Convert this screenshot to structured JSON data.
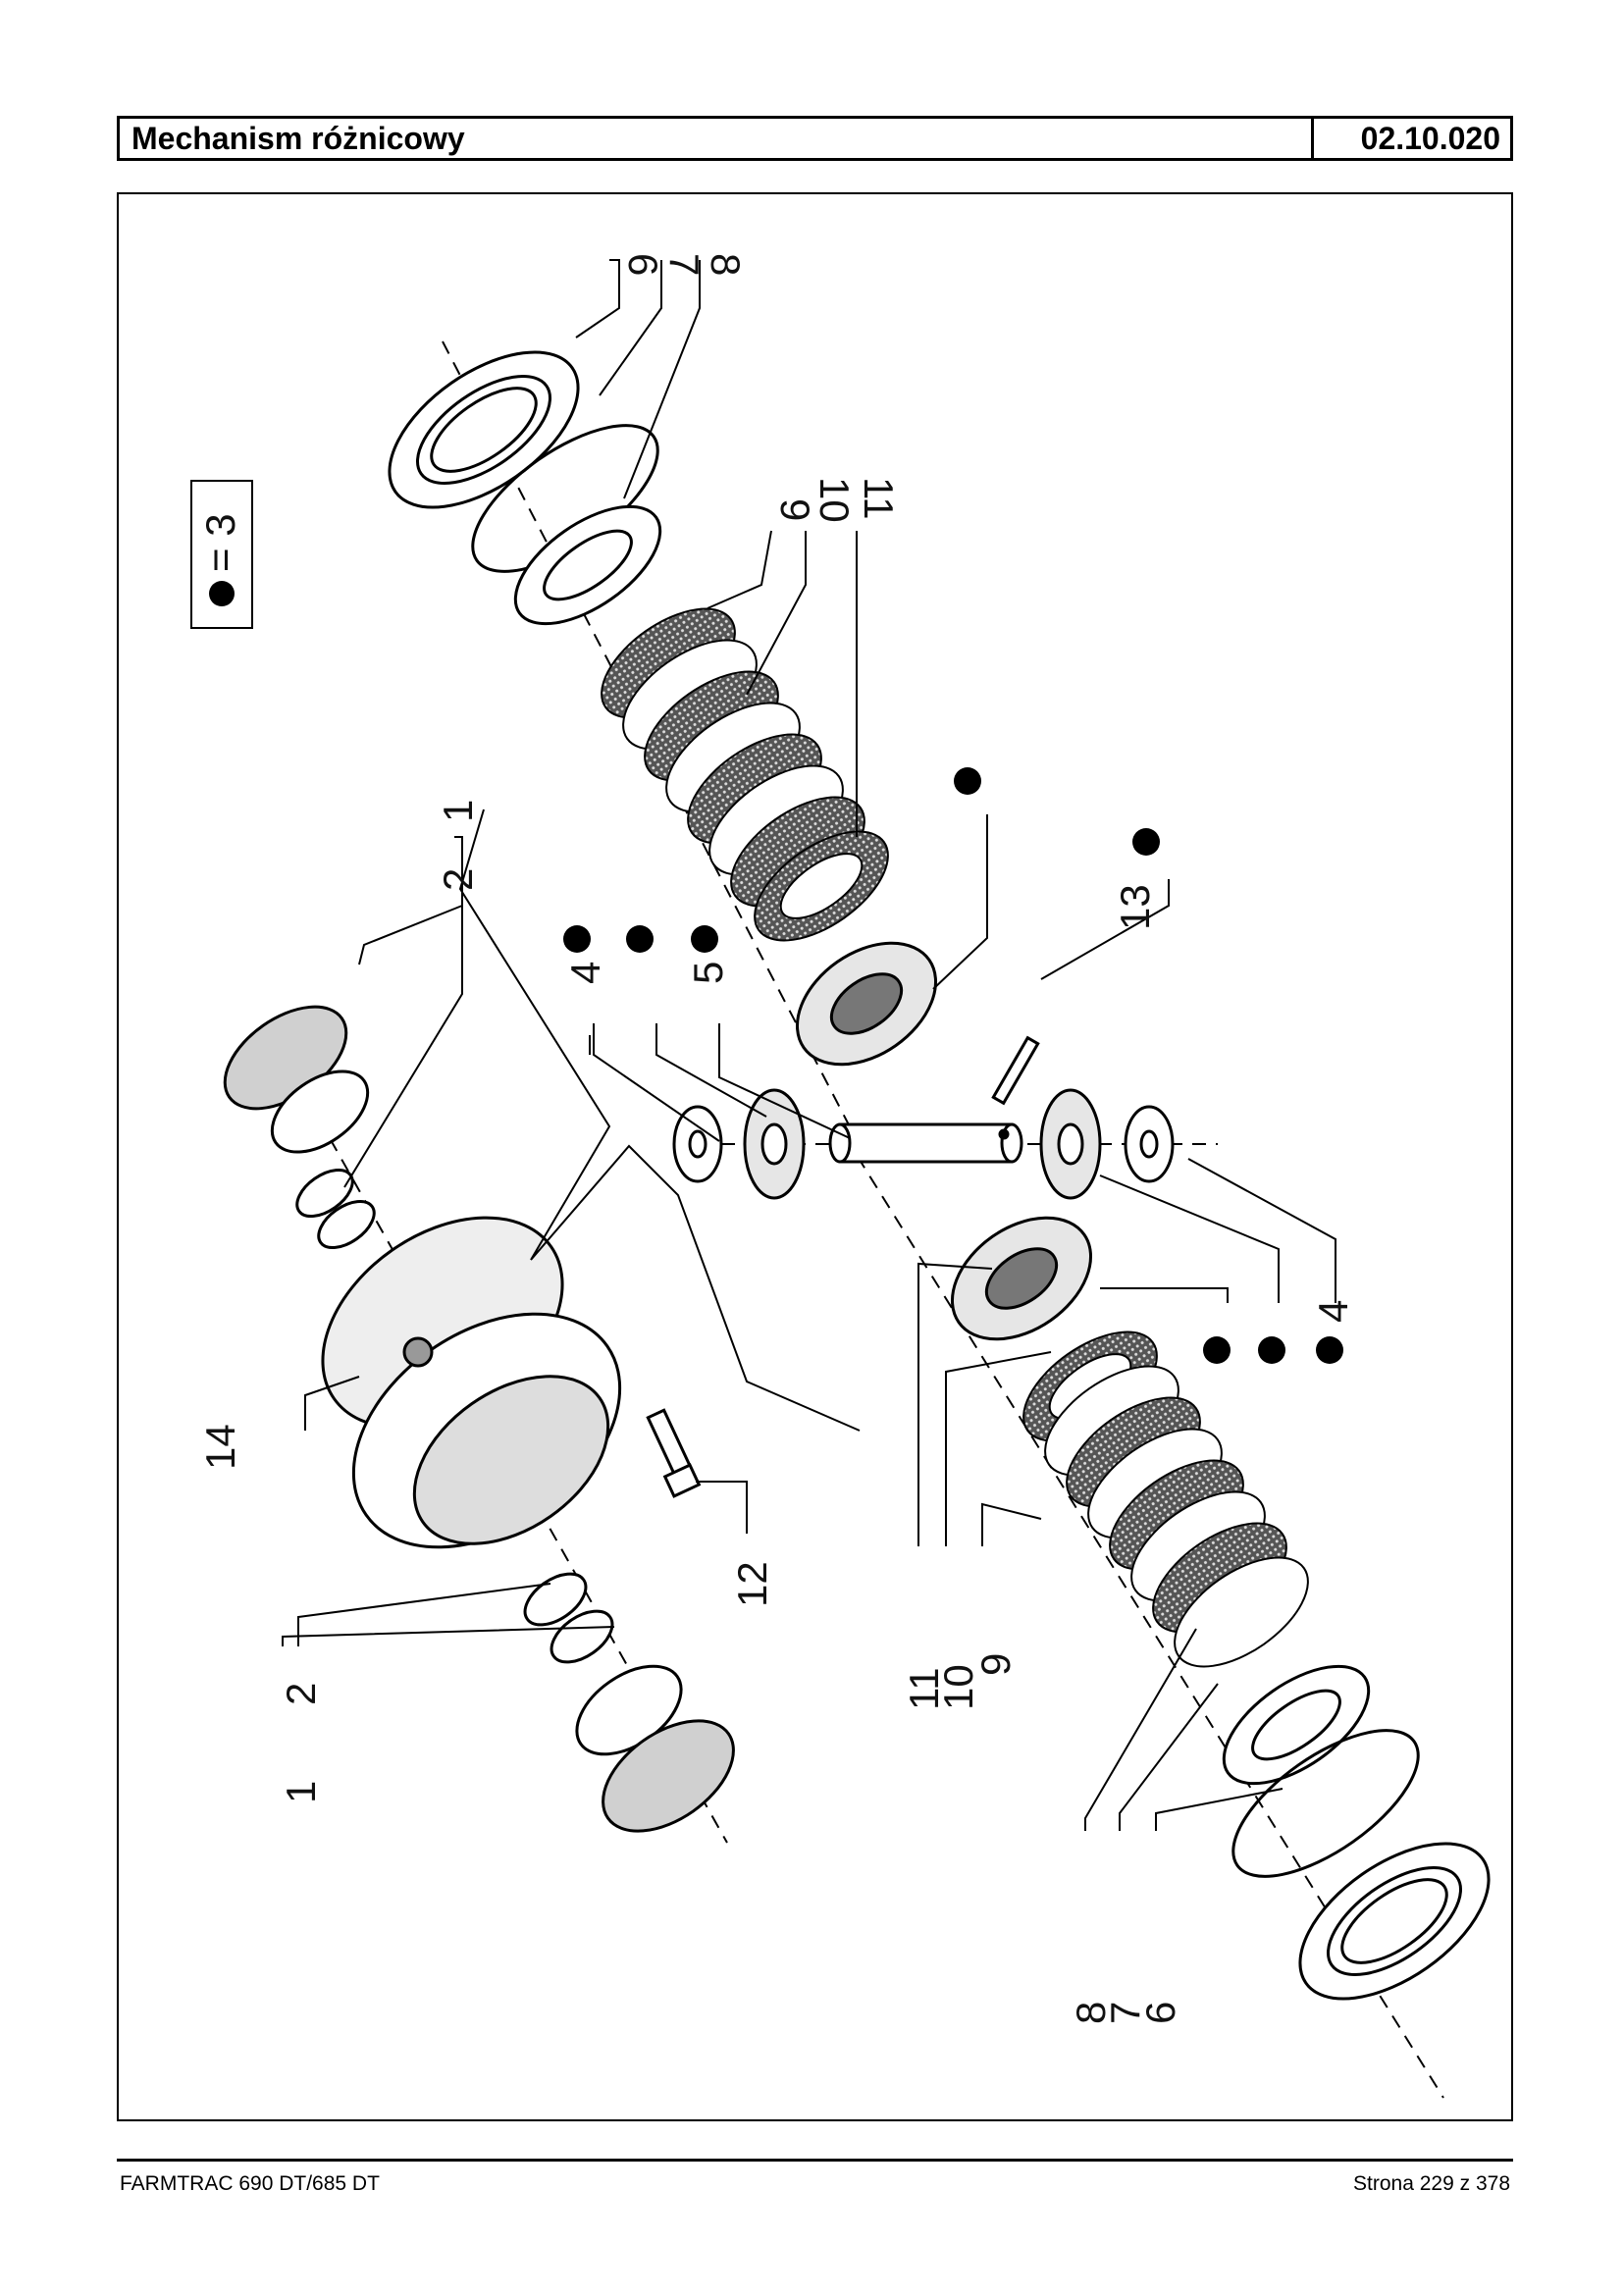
{
  "header": {
    "title": "Mechanism różnicowy",
    "code": "02.10.020"
  },
  "legend": {
    "text": "= 3"
  },
  "labels": {
    "p1": "1",
    "p2": "2",
    "p4": "4",
    "p5": "5",
    "p6": "6",
    "p7": "7",
    "p8": "8",
    "p9": "9",
    "p10": "10",
    "p11": "11",
    "p12": "12",
    "p13": "13",
    "p14": "14"
  },
  "footer": {
    "model": "FARMTRAC 690 DT/685 DT",
    "page": "Strona 229 z 378"
  }
}
